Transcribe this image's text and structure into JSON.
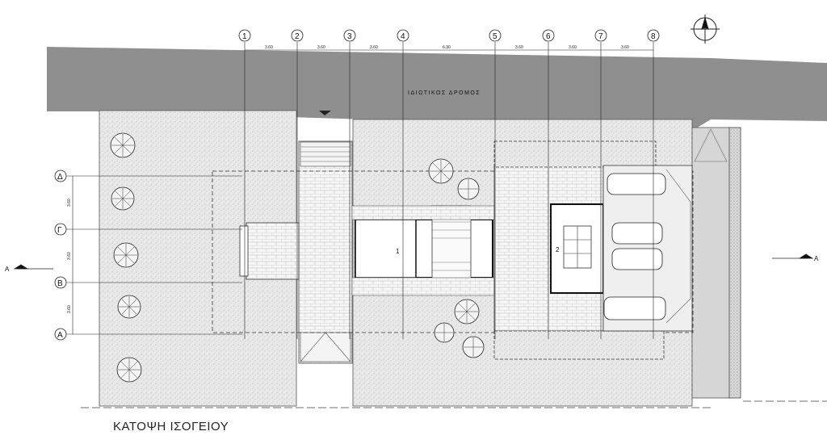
{
  "title": "ΚΑΤΟΨΗ ΙΣΟΓΕΙΟΥ",
  "road_label": "ΙΔΙΩΤΙΚΟΣ ΔΡΟΜΟΣ",
  "vertical_axes": [
    "1",
    "2",
    "3",
    "4",
    "5",
    "6",
    "7",
    "8"
  ],
  "horizontal_axes": [
    "Δ",
    "Γ",
    "Β",
    "Α"
  ],
  "top_dimensions": [
    "3.60",
    "3.60",
    "3.60",
    "6.30",
    "3.60",
    "3.60",
    "3.60"
  ],
  "left_dimensions": [
    "3.60",
    "3.60",
    "3.60"
  ],
  "room_labels": [
    "1",
    "2"
  ],
  "section_mark_left": "Α",
  "section_mark_right": "Α",
  "colors": {
    "road": "#8a8a8a",
    "ground": "#e6e6e6",
    "ink": "#1a1a1a",
    "paving": "#f4f4f4"
  }
}
